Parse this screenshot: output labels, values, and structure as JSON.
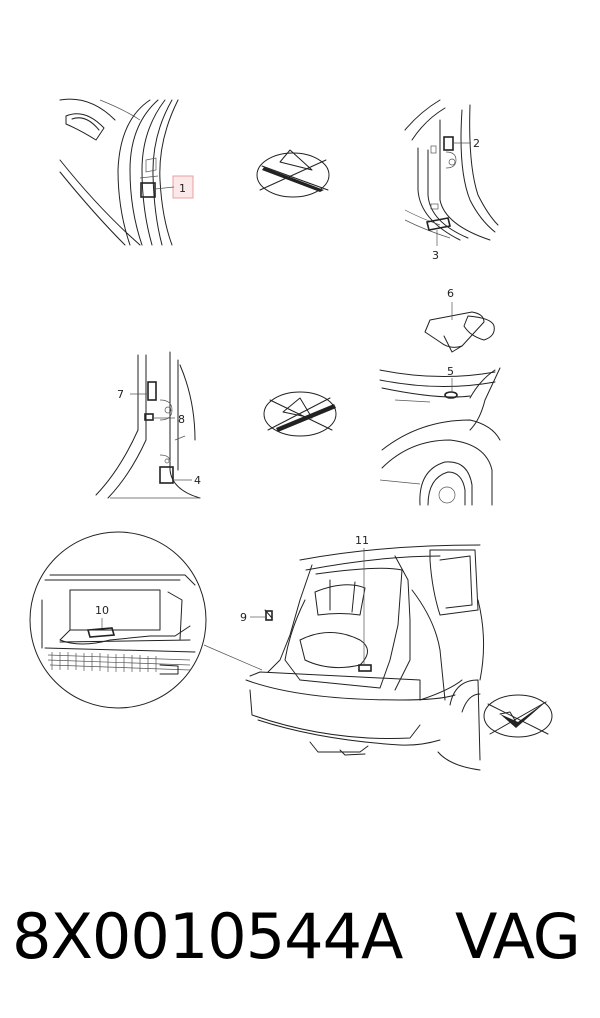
{
  "callouts": {
    "c1": "1",
    "c2": "2",
    "c3": "3",
    "c4": "4",
    "c5": "5",
    "c6": "6",
    "c7": "7",
    "c8": "8",
    "c9": "9",
    "c10": "10",
    "c11": "11"
  },
  "caption": {
    "part_number": "8X0010544A",
    "brand": "VAG"
  },
  "colors": {
    "highlight": "#e8a0a0",
    "line": "#222222"
  }
}
